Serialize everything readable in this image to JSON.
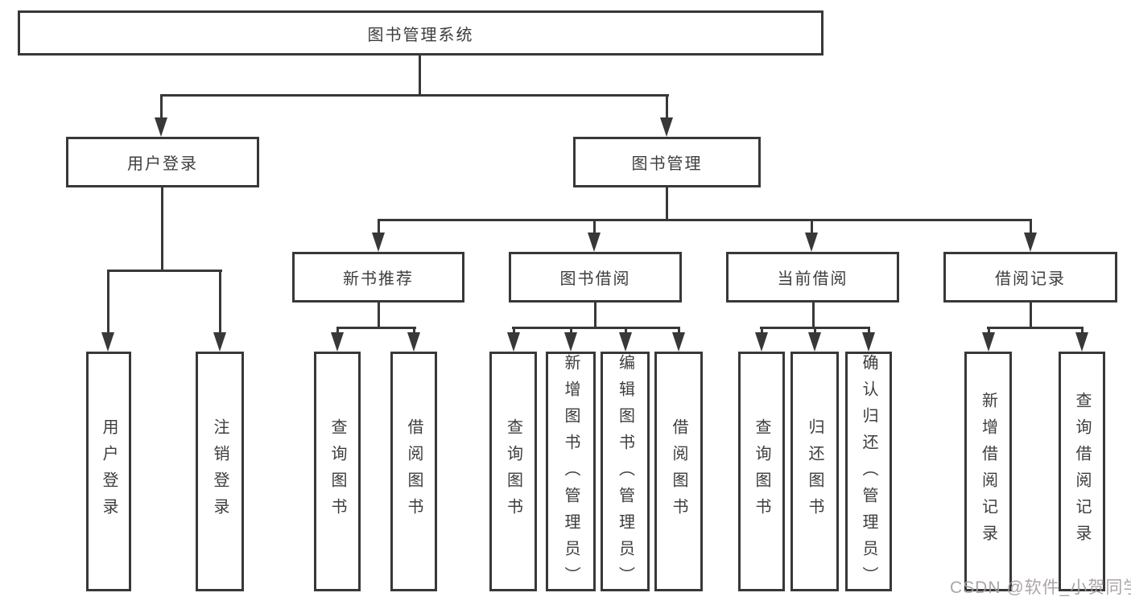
{
  "page": {
    "background": "#ffffff"
  },
  "colors": {
    "line": "#383838",
    "box_border": "#383838",
    "text": "#3d3d3d",
    "watermark": "#a49d9d"
  },
  "watermark": {
    "text": "CSDN @软件_小贺同学"
  },
  "tree": {
    "root": {
      "label": "图书管理系统",
      "children": [
        {
          "label": "用户登录",
          "children": [
            {
              "label": "用户登录"
            },
            {
              "label": "注销登录"
            }
          ]
        },
        {
          "label": "图书管理",
          "children": [
            {
              "label": "新书推荐",
              "children": [
                {
                  "label": "查询图书"
                },
                {
                  "label": "借阅图书"
                }
              ]
            },
            {
              "label": "图书借阅",
              "children": [
                {
                  "label": "查询图书"
                },
                {
                  "label": "新增图书（管理员）"
                },
                {
                  "label": "编辑图书（管理员）"
                },
                {
                  "label": "借阅图书"
                }
              ]
            },
            {
              "label": "当前借阅",
              "children": [
                {
                  "label": "查询图书"
                },
                {
                  "label": "归还图书"
                },
                {
                  "label": "确认归还（管理员）"
                }
              ]
            },
            {
              "label": "借阅记录",
              "children": [
                {
                  "label": "新增借阅记录"
                },
                {
                  "label": "查询借阅记录"
                }
              ]
            }
          ]
        }
      ]
    }
  }
}
